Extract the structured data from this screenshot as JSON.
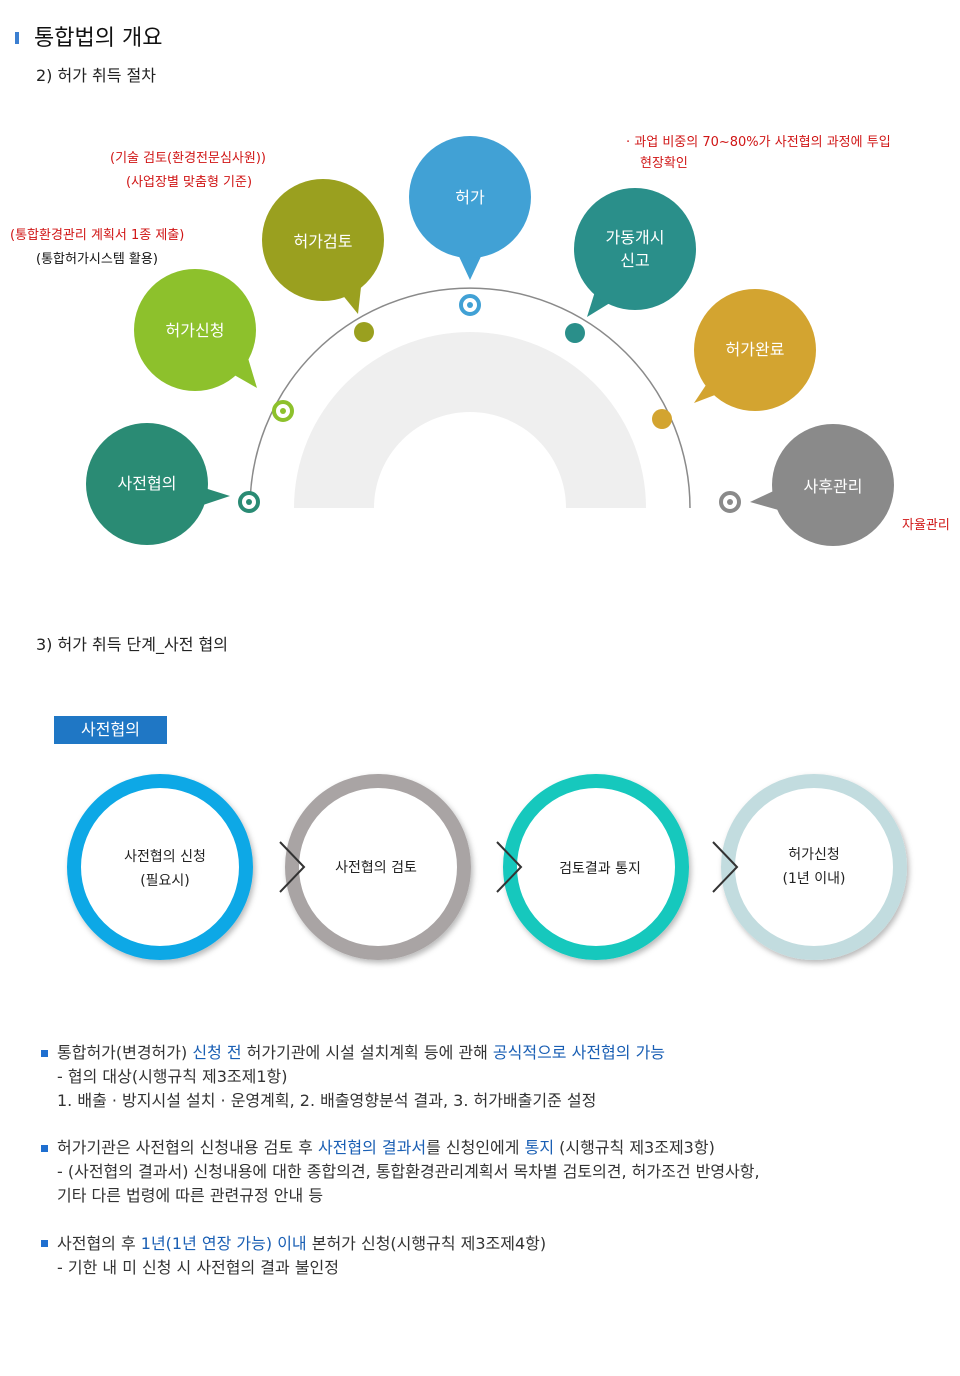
{
  "header": {
    "title": "통합법의 개요",
    "subtitle": "2) 허가 취득 절차"
  },
  "process": {
    "steps": [
      "사전협의",
      "허가신청",
      "허가검토",
      "허가",
      "가동개시 신고",
      "허가완료",
      "사후관리"
    ],
    "colors": [
      "#2a8b74",
      "#8dc12c",
      "#9aa01f",
      "#41a1d5",
      "#2a8f8a",
      "#d3a430",
      "#8a8a8a"
    ],
    "notes": {
      "apply_red": "(통합환경관리 계획서 1종 제출)",
      "apply_black": "(통합허가시스템 활용)",
      "review_1": "(기술 검토(환경전문심사원))",
      "review_2": "(사업장별 맞춤형 기준)",
      "op_1": "· 과업 비중의  70~80%가 사전협의 과정에 투입",
      "op_2": "현장확인",
      "post": "자율관리"
    }
  },
  "section3": {
    "title": "3) 허가 취득 단계_사전 협의",
    "tag": "사전협의",
    "steps": [
      {
        "line1": "사전협의 신청",
        "line2": "(필요시)",
        "color": "#0aa8e6"
      },
      {
        "line1": "사전협의 검토",
        "line2": "",
        "color": "#a9a4a4"
      },
      {
        "line1": "검토결과 통지",
        "line2": "",
        "color": "#12c8bd"
      },
      {
        "line1": "허가신청",
        "line2": "(1년 이내)",
        "color": "#c2dcdf"
      }
    ]
  },
  "bullets": {
    "b1": {
      "l1a": "통합허가(변경허가) ",
      "l1b": "신청 전",
      "l1c": " 허가기관에 시설 설치계획 등에 관해 ",
      "l1d": "공식적으로 사전협의 가능",
      "l2": "- 협의 대상(시행규칙 제3조제1항)",
      "l3": "1. 배출  · 방지시설 설치 · 운영계획, 2. 배출영향분석 결과, 3. 허가배출기준 설정"
    },
    "b2": {
      "l1a": "허가기관은 사전협의 신청내용 검토 후 ",
      "l1b": "사전협의 결과서",
      "l1c": "를 신청인에게 ",
      "l1d": "통지",
      "l1e": " (시행규칙 제3조제3항)",
      "l2": "- (사전협의 결과서) 신청내용에 대한 종합의견, 통합환경관리계획서 목차별 검토의견, 허가조건 반영사항,",
      "l3": "기타 다른 법령에 따른 관련규정 안내 등"
    },
    "b3": {
      "l1a": "사전협의 후 ",
      "l1b": "1년(1년 연장 가능) 이내",
      "l1c": " 본허가 신청(시행규칙 제3조제4항)",
      "l2": "- 기한 내 미 신청 시 사전협의 결과 불인정"
    }
  }
}
